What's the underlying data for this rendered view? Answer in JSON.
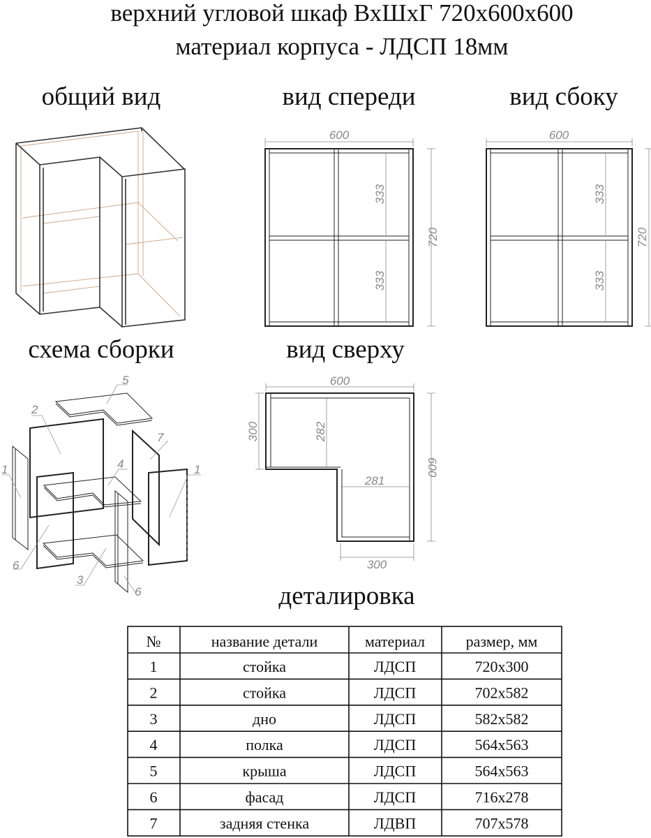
{
  "header": {
    "line1": "верхний угловой шкаф ВхШхГ 720х600х600",
    "line2": "материал корпуса - ЛДСП 18мм"
  },
  "sections": {
    "general": "общий вид",
    "front": "вид спереди",
    "side": "вид сбоку",
    "assembly": "схема сборки",
    "top": "вид сверху",
    "details": "деталировка"
  },
  "front_view": {
    "width": "600",
    "height": "720",
    "shelf_upper": "333",
    "shelf_lower": "333"
  },
  "side_view": {
    "width": "600",
    "height": "720",
    "shelf_upper": "333",
    "shelf_lower": "333"
  },
  "top_view": {
    "width_top": "600",
    "depth_left": "300",
    "inner_depth": "282",
    "inner_width": "281",
    "depth_right": "600",
    "width_bottom": "300"
  },
  "assembly_labels": [
    "1",
    "2",
    "3",
    "4",
    "5",
    "6",
    "7",
    "1",
    "6"
  ],
  "table": {
    "headers": [
      "№",
      "название детали",
      "материал",
      "размер, мм"
    ],
    "rows": [
      [
        "1",
        "стойка",
        "ЛДСП",
        "720х300"
      ],
      [
        "2",
        "стойка",
        "ЛДСП",
        "702х582"
      ],
      [
        "3",
        "дно",
        "ЛДСП",
        "582х582"
      ],
      [
        "4",
        "полка",
        "ЛДСП",
        "564х563"
      ],
      [
        "5",
        "крыша",
        "ЛДСП",
        "564х563"
      ],
      [
        "6",
        "фасад",
        "ЛДСП",
        "716х278"
      ],
      [
        "7",
        "задняя стенка",
        "ЛДВП",
        "707х578"
      ]
    ]
  }
}
